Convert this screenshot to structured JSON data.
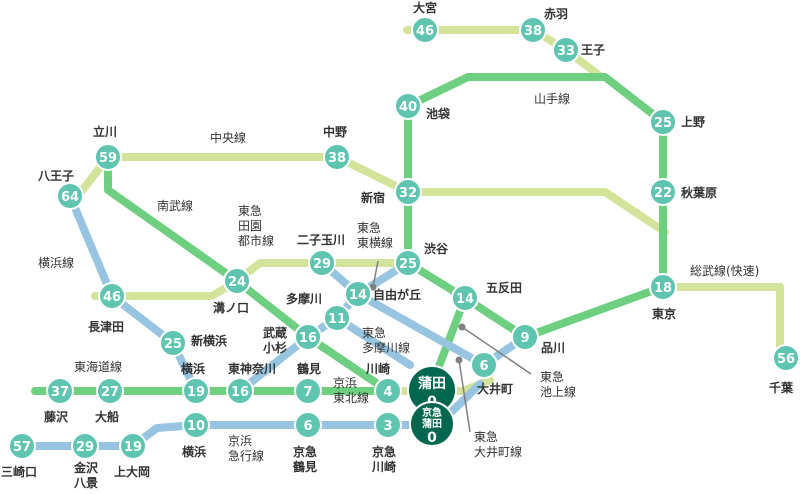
{
  "colors": {
    "light_green": "#d3e39a",
    "green": "#6fcf80",
    "blue": "#97c4e0",
    "circle": "#5fc4b0",
    "hub": "#00674f",
    "pointer": "#808080",
    "text": "#333333"
  },
  "hubs": {
    "kamata": {
      "name": "蒲田",
      "minutes": "0"
    },
    "keikyu_kamata": {
      "line1": "京急",
      "line2": "蒲田",
      "minutes": "0"
    }
  },
  "stations": [
    {
      "id": "omiya",
      "minutes": "46",
      "name": [
        "大宮"
      ]
    },
    {
      "id": "akabane",
      "minutes": "38",
      "name": [
        "赤羽"
      ]
    },
    {
      "id": "oji",
      "minutes": "33",
      "name": [
        "王子"
      ]
    },
    {
      "id": "ikebukuro",
      "minutes": "40",
      "name": [
        "池袋"
      ]
    },
    {
      "id": "ueno",
      "minutes": "25",
      "name": [
        "上野"
      ]
    },
    {
      "id": "akihabara",
      "minutes": "22",
      "name": [
        "秋葉原"
      ]
    },
    {
      "id": "tokyo",
      "minutes": "18",
      "name": [
        "東京"
      ]
    },
    {
      "id": "chiba",
      "minutes": "56",
      "name": [
        "千葉"
      ]
    },
    {
      "id": "tachikawa",
      "minutes": "59",
      "name": [
        "立川"
      ]
    },
    {
      "id": "nakano",
      "minutes": "38",
      "name": [
        "中野"
      ]
    },
    {
      "id": "shinjuku",
      "minutes": "32",
      "name": [
        "新宿"
      ]
    },
    {
      "id": "hachioji",
      "minutes": "64",
      "name": [
        "八王子"
      ]
    },
    {
      "id": "futakotamagawa",
      "minutes": "29",
      "name": [
        "二子玉川"
      ]
    },
    {
      "id": "shibuya",
      "minutes": "25",
      "name": [
        "渋谷"
      ]
    },
    {
      "id": "mizonokuchi",
      "minutes": "24",
      "name": [
        "溝ノ口"
      ]
    },
    {
      "id": "jiyugaoka",
      "minutes": "14",
      "name": [
        "自由が丘"
      ]
    },
    {
      "id": "gotanda",
      "minutes": "14",
      "name": [
        "五反田"
      ]
    },
    {
      "id": "tamagawa",
      "minutes": "11",
      "name": [
        "多摩川"
      ]
    },
    {
      "id": "musashikosugi",
      "minutes": "16",
      "name": [
        "武蔵",
        "小杉"
      ]
    },
    {
      "id": "nagatsuta",
      "minutes": "46",
      "name": [
        "長津田"
      ]
    },
    {
      "id": "shinyokohama",
      "minutes": "25",
      "name": [
        "新横浜"
      ]
    },
    {
      "id": "shinagawa",
      "minutes": "9",
      "name": [
        "品川"
      ]
    },
    {
      "id": "oimachi",
      "minutes": "6",
      "name": [
        "大井町"
      ]
    },
    {
      "id": "yokohama_jr",
      "minutes": "19",
      "name": [
        "横浜"
      ]
    },
    {
      "id": "higashikanagawa",
      "minutes": "16",
      "name": [
        "東神奈川"
      ]
    },
    {
      "id": "tsurumi",
      "minutes": "7",
      "name": [
        "鶴見"
      ]
    },
    {
      "id": "kawasaki",
      "minutes": "4",
      "name": [
        "川崎"
      ]
    },
    {
      "id": "fujisawa",
      "minutes": "37",
      "name": [
        "藤沢"
      ]
    },
    {
      "id": "ofuna",
      "minutes": "27",
      "name": [
        "大船"
      ]
    },
    {
      "id": "misakiguchi",
      "minutes": "57",
      "name": [
        "三崎口"
      ]
    },
    {
      "id": "kanazawahakkei",
      "minutes": "29",
      "name": [
        "金沢",
        "八景"
      ]
    },
    {
      "id": "kamiooka",
      "minutes": "19",
      "name": [
        "上大岡"
      ]
    },
    {
      "id": "yokohama_kk",
      "minutes": "10",
      "name": [
        "横浜"
      ]
    },
    {
      "id": "keikyutsurumi",
      "minutes": "6",
      "name": [
        "京急",
        "鶴見"
      ]
    },
    {
      "id": "keikyukawasaki",
      "minutes": "3",
      "name": [
        "京急",
        "川崎"
      ]
    }
  ],
  "line_labels": {
    "yamanote": [
      "山手線"
    ],
    "chuo": [
      "中央線"
    ],
    "nambu": [
      "南武線"
    ],
    "yokohama": [
      "横浜線"
    ],
    "denentoshi": [
      "東急",
      "田園",
      "都市線"
    ],
    "toyoko": [
      "東急",
      "東横線"
    ],
    "sobu": [
      "総武線(快速)"
    ],
    "tamagawa": [
      "東急",
      "多摩川線"
    ],
    "tokaido": [
      "東海道線"
    ],
    "keihin_tohoku": [
      "京浜",
      "東北線"
    ],
    "ikegami": [
      "東急",
      "池上線"
    ],
    "oimachi": [
      "東急",
      "大井町線"
    ],
    "keikyu": [
      "京浜",
      "急行線"
    ]
  }
}
